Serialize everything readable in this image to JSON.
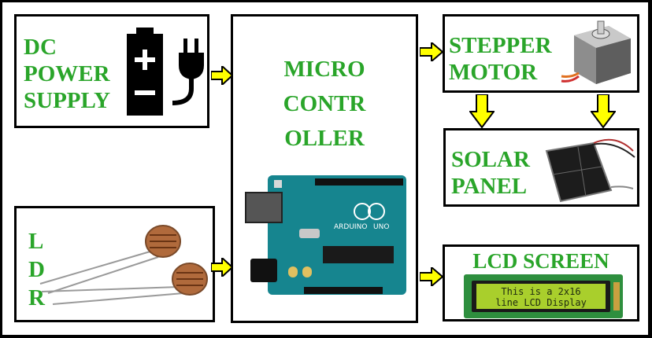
{
  "colors": {
    "label_green": "#2aa52a",
    "arrow_yellow": "#ffff00",
    "border": "#000000"
  },
  "blocks": {
    "dc_power": {
      "lines": [
        "DC",
        "POWER",
        "SUPPLY"
      ],
      "icon": "battery-plug-icon"
    },
    "ldr": {
      "lines": [
        "L",
        "D",
        "R"
      ],
      "icon": "ldr-photoresistor-icon"
    },
    "micro": {
      "lines": [
        "MICRO",
        "CONTR",
        "OLLER"
      ],
      "icon": "arduino-board-icon"
    },
    "stepper": {
      "lines": [
        "STEPPER",
        "MOTOR"
      ],
      "icon": "stepper-motor-icon"
    },
    "solar": {
      "lines": [
        "SOLAR",
        "PANEL"
      ],
      "icon": "solar-panel-icon"
    },
    "lcd": {
      "title": "LCD SCREEN",
      "display_lines": [
        "This is a 2x16",
        "line LCD Display"
      ],
      "icon": "lcd-module-icon"
    }
  },
  "board": {
    "brand": "ARDUINO",
    "model": "UNO"
  }
}
